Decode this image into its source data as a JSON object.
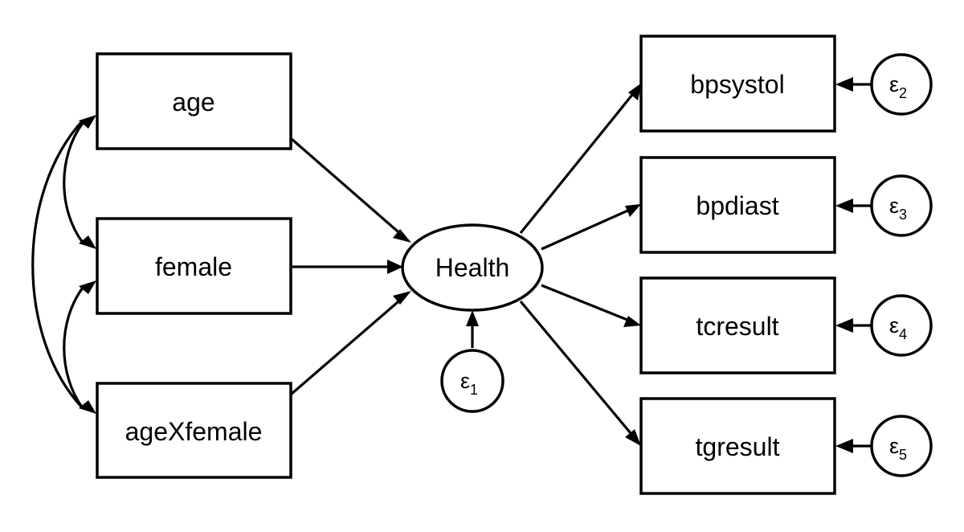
{
  "observed_inputs": [
    {
      "id": "age",
      "label": "age"
    },
    {
      "id": "female",
      "label": "female"
    },
    {
      "id": "ageXfemale",
      "label": "ageXfemale"
    }
  ],
  "latent": {
    "id": "health",
    "label": "Health"
  },
  "latent_error": {
    "symbol": "ε",
    "index": "1"
  },
  "observed_outputs": [
    {
      "id": "bpsystol",
      "label": "bpsystol",
      "error_symbol": "ε",
      "error_index": "2"
    },
    {
      "id": "bpdiast",
      "label": "bpdiast",
      "error_symbol": "ε",
      "error_index": "3"
    },
    {
      "id": "tcresult",
      "label": "tcresult",
      "error_symbol": "ε",
      "error_index": "4"
    },
    {
      "id": "tgresult",
      "label": "tgresult",
      "error_symbol": "ε",
      "error_index": "5"
    }
  ],
  "paths": [
    {
      "from": "age",
      "to": "health"
    },
    {
      "from": "female",
      "to": "health"
    },
    {
      "from": "ageXfemale",
      "to": "health"
    },
    {
      "from": "health",
      "to": "bpsystol"
    },
    {
      "from": "health",
      "to": "bpdiast"
    },
    {
      "from": "health",
      "to": "tcresult"
    },
    {
      "from": "health",
      "to": "tgresult"
    }
  ],
  "covariances": [
    {
      "between": [
        "age",
        "female"
      ]
    },
    {
      "between": [
        "female",
        "ageXfemale"
      ]
    },
    {
      "between": [
        "age",
        "ageXfemale"
      ]
    }
  ]
}
